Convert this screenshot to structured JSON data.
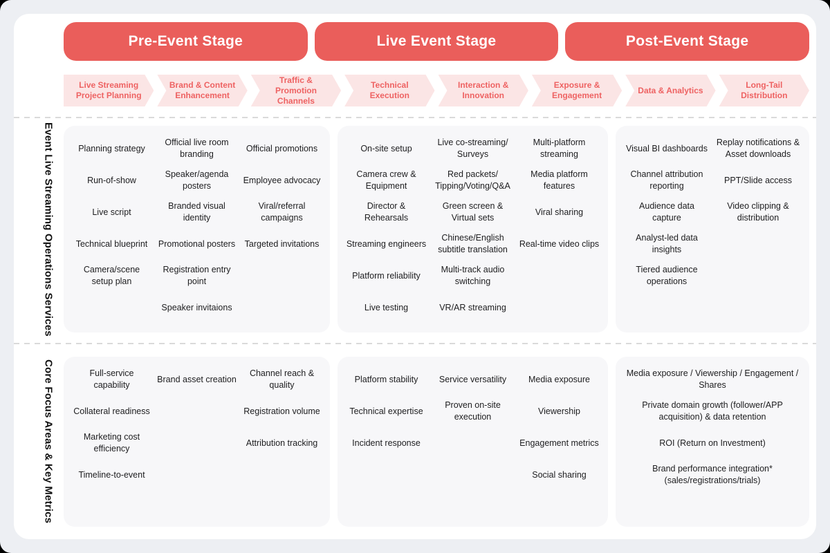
{
  "stages": [
    "Pre-Event Stage",
    "Live Event Stage",
    "Post-Event Stage"
  ],
  "phases": [
    "Live Streaming Project Planning",
    "Brand & Content Enhancement",
    "Traffic & Promotion Channels",
    "Technical Execution",
    "Interaction & Innovation",
    "Exposure & Engagement",
    "Data & Analytics",
    "Long-Tail Distribution"
  ],
  "sections": [
    {
      "label": "Event Live Streaming Operations Services",
      "cards": [
        {
          "columns": [
            [
              "Planning strategy",
              "Run-of-show",
              "Live script",
              "Technical blueprint",
              "Camera/scene setup plan"
            ],
            [
              "Official live room branding",
              "Speaker/agenda posters",
              "Branded visual identity",
              "Promotional posters",
              "Registration entry point",
              "Speaker invitaions"
            ],
            [
              "Official promotions",
              "Employee advocacy",
              "Viral/referral campaigns",
              "Targeted invitations"
            ]
          ]
        },
        {
          "columns": [
            [
              "On-site setup",
              "Camera crew & Equipment",
              "Director & Rehearsals",
              "Streaming engineers",
              "Platform reliability",
              "Live testing"
            ],
            [
              "Live co-streaming/ Surveys",
              "Red packets/ Tipping/Voting/Q&A",
              "Green screen & Virtual sets",
              "Chinese/English subtitle translation",
              "Multi-track audio switching",
              "VR/AR streaming"
            ],
            [
              "Multi-platform streaming",
              "Media platform features",
              "Viral sharing",
              "Real-time video clips"
            ]
          ]
        },
        {
          "columns": [
            [
              "Visual BI dashboards",
              "Channel attribution reporting",
              "Audience data capture",
              "Analyst-led data insights",
              "Tiered audience operations"
            ],
            [
              "Replay notifications & Asset downloads",
              "PPT/Slide access",
              "Video clipping & distribution"
            ]
          ]
        }
      ]
    },
    {
      "label": "Core Focus Areas & Key Metrics",
      "cards": [
        {
          "columns": [
            [
              "Full-service capability",
              "Collateral readiness",
              "Marketing cost efficiency",
              "Timeline-to-event"
            ],
            [
              "Brand asset creation"
            ],
            [
              "Channel reach & quality",
              "Registration volume",
              "Attribution tracking"
            ]
          ]
        },
        {
          "columns": [
            [
              "Platform stability",
              "Technical expertise",
              "Incident response"
            ],
            [
              "Service versatility",
              "Proven on-site execution"
            ],
            [
              "Media exposure",
              "Viewership",
              "Engagement metrics",
              "Social sharing"
            ]
          ]
        },
        {
          "columns": [
            [
              "Media exposure / Viewership / Engagement / Shares",
              "Private domain growth (follower/APP acquisition) & data retention",
              "ROI (Return on Investment)",
              "Brand performance integration* (sales/registrations/trials)"
            ]
          ]
        }
      ]
    }
  ],
  "colors": {
    "accent": "#ea5e5b",
    "phase_bg": "#fbe5e5",
    "phase_text": "#ee6262",
    "card_bg": "#f7f7f9",
    "page_bg": "#edeff3",
    "text": "#1d1d1f"
  }
}
